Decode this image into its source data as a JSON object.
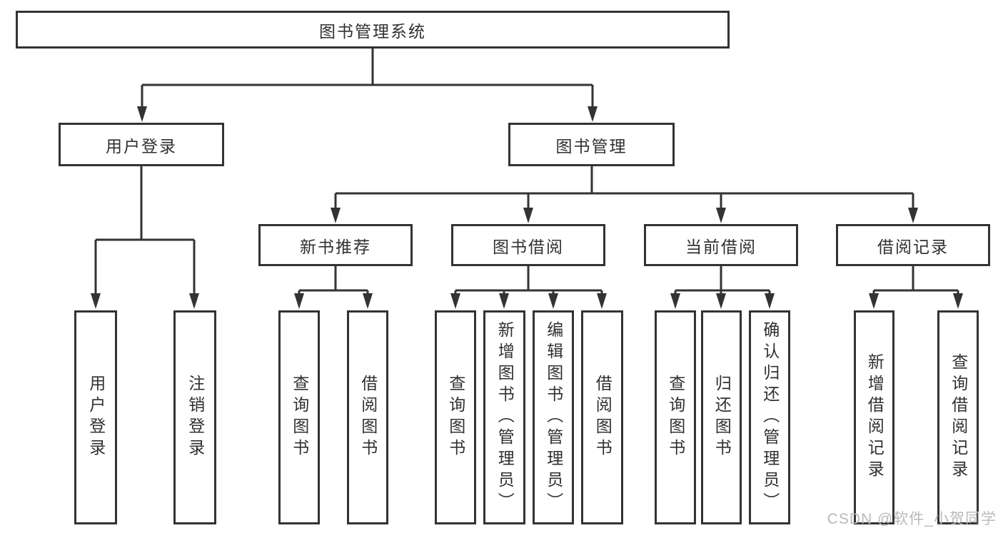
{
  "diagram": {
    "root": {
      "label": "图书管理系统"
    },
    "userLogin": {
      "label": "用户登录",
      "children": [
        {
          "label": "用户登录"
        },
        {
          "label": "注销登录"
        }
      ]
    },
    "bookMgmt": {
      "label": "图书管理"
    },
    "newBookRecommend": {
      "label": "新书推荐",
      "children": [
        {
          "label": "查询图书"
        },
        {
          "label": "借阅图书"
        }
      ]
    },
    "bookBorrow": {
      "label": "图书借阅",
      "children": [
        {
          "label": "查询图书"
        },
        {
          "label": "新增图书（管理员）"
        },
        {
          "label": "编辑图书（管理员）"
        },
        {
          "label": "借阅图书"
        }
      ]
    },
    "currentBorrow": {
      "label": "当前借阅",
      "children": [
        {
          "label": "查询图书"
        },
        {
          "label": "归还图书"
        },
        {
          "label": "确认归还（管理员）"
        }
      ]
    },
    "borrowRecords": {
      "label": "借阅记录",
      "children": [
        {
          "label": "新增借阅记录"
        },
        {
          "label": "查询借阅记录"
        }
      ]
    }
  },
  "watermark": {
    "text": "CSDN @软件_小贺同学"
  },
  "colors": {
    "line": "#333333",
    "text": "#303030",
    "watermark": "#b9b9b9",
    "background": "#ffffff"
  }
}
